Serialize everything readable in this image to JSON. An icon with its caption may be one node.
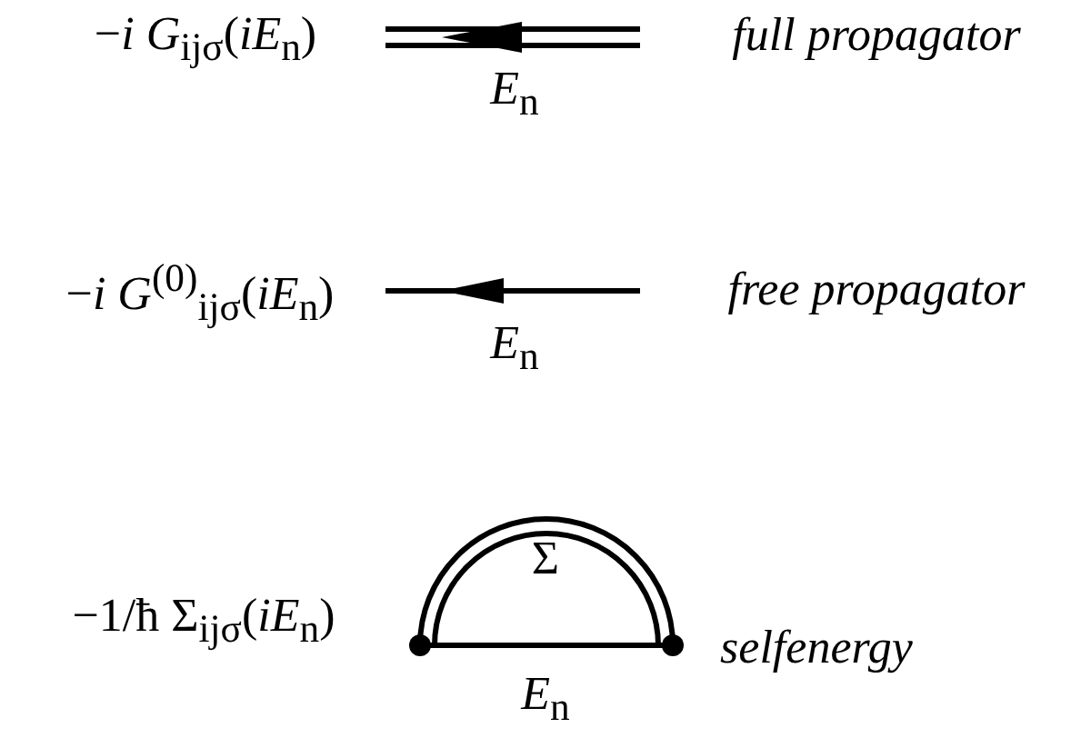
{
  "diagram": {
    "labels": [
      "−*i* *G*$_{ijσ}$(*iE*$_{n}$)",
      "full propagator",
      "*E*$_{n}$",
      "−*i* *G*$^{(0)}$$_{ijσ}$(*iE*$_{n}$)",
      "free propagator",
      "*E*$_{n}$",
      "Σ",
      "−1/ħ Σ$_{ijσ}$(*iE*$_{n}$)",
      "selfenergy",
      "*E*$_{n}$"
    ]
  }
}
